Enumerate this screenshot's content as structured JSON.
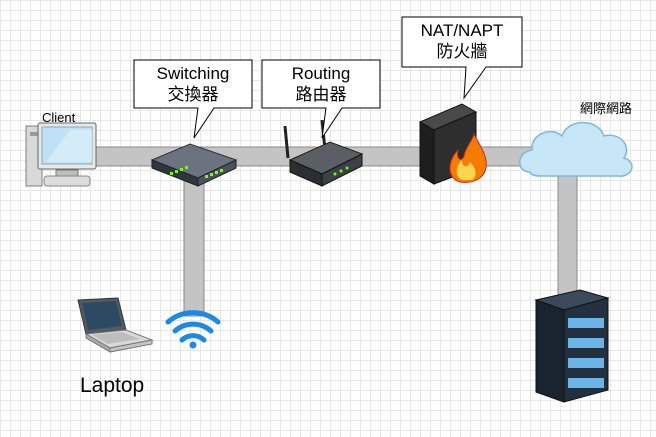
{
  "nodes": {
    "client": {
      "label": "Client"
    },
    "switch": {
      "label_line1": "Switching",
      "label_line2": "交換器"
    },
    "router": {
      "label_line1": "Routing",
      "label_line2": "路由器"
    },
    "firewall": {
      "label_line1": "NAT/NAPT",
      "label_line2": "防火牆"
    },
    "internet": {
      "label": "網際網路"
    },
    "laptop": {
      "label": "Laptop"
    },
    "wifi": {},
    "server": {}
  },
  "colors": {
    "connector": "#bfbfbf",
    "connector_stroke": "#8c8c8c",
    "cloud": "#c7e6f7",
    "wifi": "#1e88e5",
    "flame": "#f57c00"
  }
}
